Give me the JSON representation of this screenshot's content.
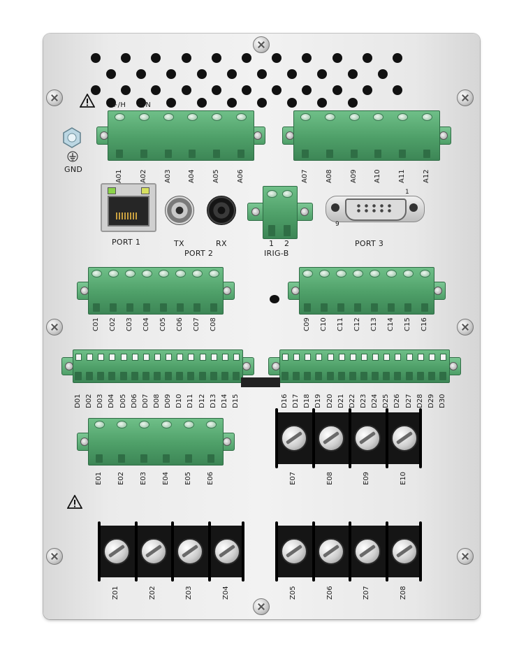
{
  "labels": {
    "plus_h": "+/H",
    "minus_n": "−/N",
    "gnd": "GND",
    "port1": "PORT 1",
    "tx": "TX",
    "rx": "RX",
    "port2": "PORT 2",
    "irig_1": "1",
    "irig_2": "2",
    "irig": "IRIG-B",
    "port3": "PORT 3",
    "db9_1": "1",
    "db9_9": "9"
  },
  "terminals": {
    "a_left": [
      "A01",
      "A02",
      "A03",
      "A04",
      "A05",
      "A06"
    ],
    "a_right": [
      "A07",
      "A08",
      "A09",
      "A10",
      "A11",
      "A12"
    ],
    "c_left": [
      "C01",
      "C02",
      "C03",
      "C04",
      "C05",
      "C06",
      "C07",
      "C08"
    ],
    "c_right": [
      "C09",
      "C10",
      "C11",
      "C12",
      "C13",
      "C14",
      "C15",
      "C16"
    ],
    "d_left": [
      "D01",
      "D02",
      "D03",
      "D04",
      "D05",
      "D06",
      "D07",
      "D08",
      "D09",
      "D10",
      "D11",
      "D12",
      "D13",
      "D14",
      "D15"
    ],
    "d_right": [
      "D16",
      "D17",
      "D18",
      "D19",
      "D20",
      "D21",
      "D22",
      "D23",
      "D24",
      "D25",
      "D26",
      "D27",
      "D28",
      "D29",
      "D30"
    ],
    "e_left": [
      "E01",
      "E02",
      "E03",
      "E04",
      "E05",
      "E06"
    ],
    "e_right": [
      "E07",
      "E08",
      "E09",
      "E10"
    ],
    "z_left": [
      "Z01",
      "Z02",
      "Z03",
      "Z04"
    ],
    "z_right": [
      "Z05",
      "Z06",
      "Z07",
      "Z08"
    ]
  },
  "icons": {
    "warning": "warning-triangle-icon",
    "ground": "ground-icon"
  },
  "colors": {
    "panel": "#ececec",
    "terminal_green": "#5aa874",
    "barrier_black": "#151515"
  }
}
